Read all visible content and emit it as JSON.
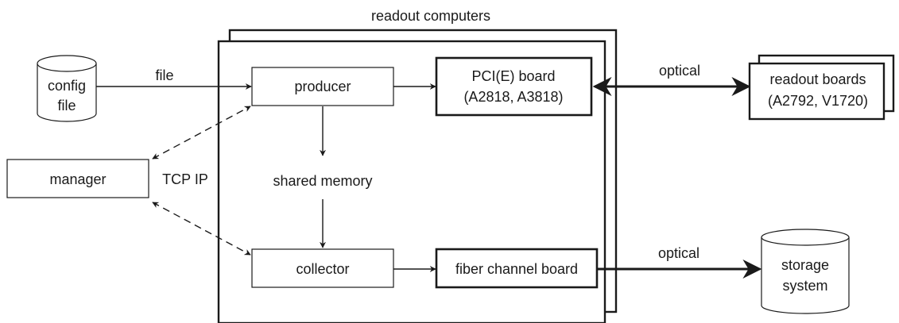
{
  "labels": {
    "readout_computers": "readout computers",
    "config_line1": "config",
    "config_line2": "file",
    "file": "file",
    "producer": "producer",
    "pci_board_line1": "PCI(E) board",
    "pci_board_line2": "(A2818, A3818)",
    "optical_top": "optical",
    "readout_boards_line1": "readout boards",
    "readout_boards_line2": "(A2792, V1720)",
    "manager": "manager",
    "tcp_ip": "TCP IP",
    "shared_memory": "shared memory",
    "collector": "collector",
    "fiber_channel_board": "fiber channel board",
    "optical_bottom": "optical",
    "storage_line1": "storage",
    "storage_line2": "system"
  }
}
